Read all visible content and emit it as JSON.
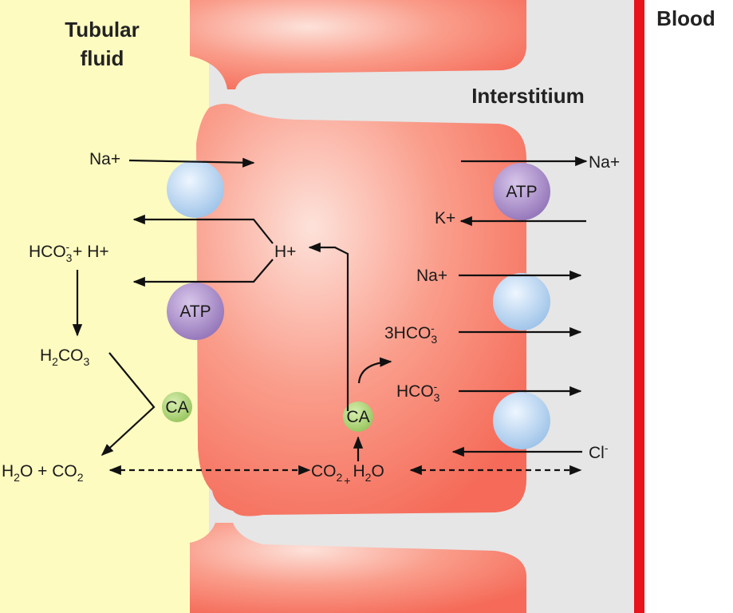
{
  "regions": {
    "tubular_fluid_1": "Tubular",
    "tubular_fluid_2": "fluid",
    "interstitium": "Interstitium",
    "blood": "Blood"
  },
  "colors": {
    "tubular": "#fdfbc0",
    "interstitium": "#e6e6e6",
    "cell": "#f87a6a",
    "blood": "#e8141c",
    "atp": "#a98ac6",
    "carrier": "#b8d4ee",
    "ca": "#a8d070"
  },
  "labels": {
    "na_in": "Na+",
    "hco3_h": [
      "HCO",
      "3",
      "-",
      "+ H+"
    ],
    "h2co3": [
      "H",
      "2",
      "CO",
      "3"
    ],
    "h2o_co2": [
      "H",
      "2",
      "O + CO",
      "2"
    ],
    "h_plus": "H+",
    "co2_h2o": [
      "CO",
      "2",
      "+",
      "H",
      "2",
      "O"
    ],
    "na_out": "Na+",
    "k_in": "K+",
    "na_out2": "Na+",
    "hco3_3": [
      "3HCO",
      "3",
      "-"
    ],
    "hco3": [
      "HCO",
      "3",
      "-"
    ],
    "cl": [
      "Cl",
      "-"
    ],
    "atp": "ATP",
    "ca": "CA"
  }
}
